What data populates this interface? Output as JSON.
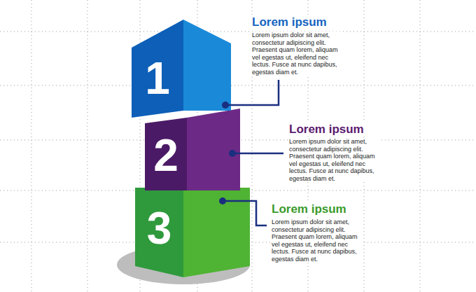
{
  "diagram": {
    "nodes": [
      {
        "text": [
          "1"
        ]
      },
      {
        "text": [
          "2"
        ]
      },
      {
        "text": [
          "3"
        ]
      }
    ],
    "labels": [
      "Lorem ipsum",
      "Lorem ipsum dolor sit amet, consectetur adipiscing elit. Praesent quam lorem, aliquam vel egestas ut, eleifend nec lectus. Fusce at nunc dapibus, egestas diam et.",
      "Lorem ipsum",
      "Lorem ipsum dolor sit amet, consectetur adipiscing elit. Praesent quam lorem, aliquam vel egestas ut, eleifend nec lectus. Fusce at nunc dapibus, egestas diam et.",
      "Lorem ipsum",
      "Lorem ipsum dolor sit amet, consectetur adipiscing elit. Praesent quam lorem, aliquam vel egestas ut, eleifend nec lectus. Fusce at nunc dapibus, egestas diam et."
    ]
  }
}
